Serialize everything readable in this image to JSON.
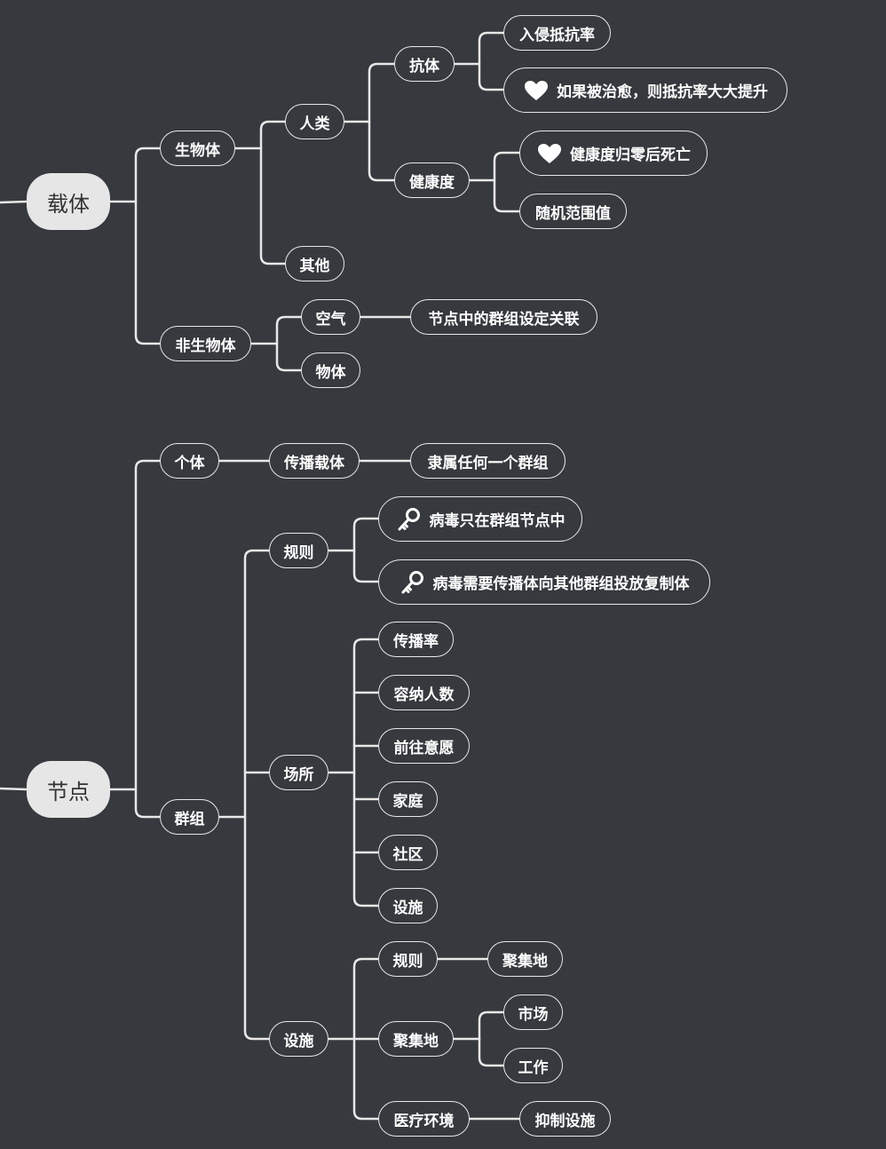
{
  "colors": {
    "background": "#36393d",
    "line": "#e8e8e8",
    "root_fill": "#e6e6e6",
    "text": "#ffffff"
  },
  "roots": [
    {
      "id": "carrier",
      "label": "载体"
    },
    {
      "id": "node",
      "label": "节点"
    }
  ],
  "nodes": {
    "carrier_bio": {
      "label": "生物体"
    },
    "carrier_human": {
      "label": "人类"
    },
    "carrier_antibody": {
      "label": "抗体"
    },
    "carrier_invasion": {
      "label": "入侵抵抗率"
    },
    "carrier_cured": {
      "label": "如果被治愈，则抵抗率大大提升",
      "icon": "heart-icon"
    },
    "carrier_health": {
      "label": "健康度"
    },
    "carrier_zero": {
      "label": "健康度归零后死亡",
      "icon": "heart-icon"
    },
    "carrier_random": {
      "label": "随机范围值"
    },
    "carrier_other": {
      "label": "其他"
    },
    "carrier_nonbio": {
      "label": "非生物体"
    },
    "carrier_air": {
      "label": "空气"
    },
    "carrier_group_assoc": {
      "label": "节点中的群组设定关联"
    },
    "carrier_object": {
      "label": "物体"
    },
    "node_individual": {
      "label": "个体"
    },
    "node_vector": {
      "label": "传播载体"
    },
    "node_belong": {
      "label": "隶属任何一个群组"
    },
    "node_group": {
      "label": "群组"
    },
    "node_rules": {
      "label": "规则"
    },
    "node_rule1": {
      "label": "病毒只在群组节点中",
      "icon": "key-icon"
    },
    "node_rule2": {
      "label": "病毒需要传播体向其他群组投放复制体",
      "icon": "key-icon"
    },
    "node_place": {
      "label": "场所"
    },
    "node_spread": {
      "label": "传播率"
    },
    "node_capacity": {
      "label": "容纳人数"
    },
    "node_willing": {
      "label": "前往意愿"
    },
    "node_family": {
      "label": "家庭"
    },
    "node_community": {
      "label": "社区"
    },
    "node_facility": {
      "label": "设施"
    },
    "node_facilities": {
      "label": "设施"
    },
    "node_frule": {
      "label": "规则"
    },
    "node_frule_gather": {
      "label": "聚集地"
    },
    "node_gather": {
      "label": "聚集地"
    },
    "node_market": {
      "label": "市场"
    },
    "node_work": {
      "label": "工作"
    },
    "node_medical": {
      "label": "医疗环境"
    },
    "node_suppress": {
      "label": "抑制设施"
    }
  }
}
